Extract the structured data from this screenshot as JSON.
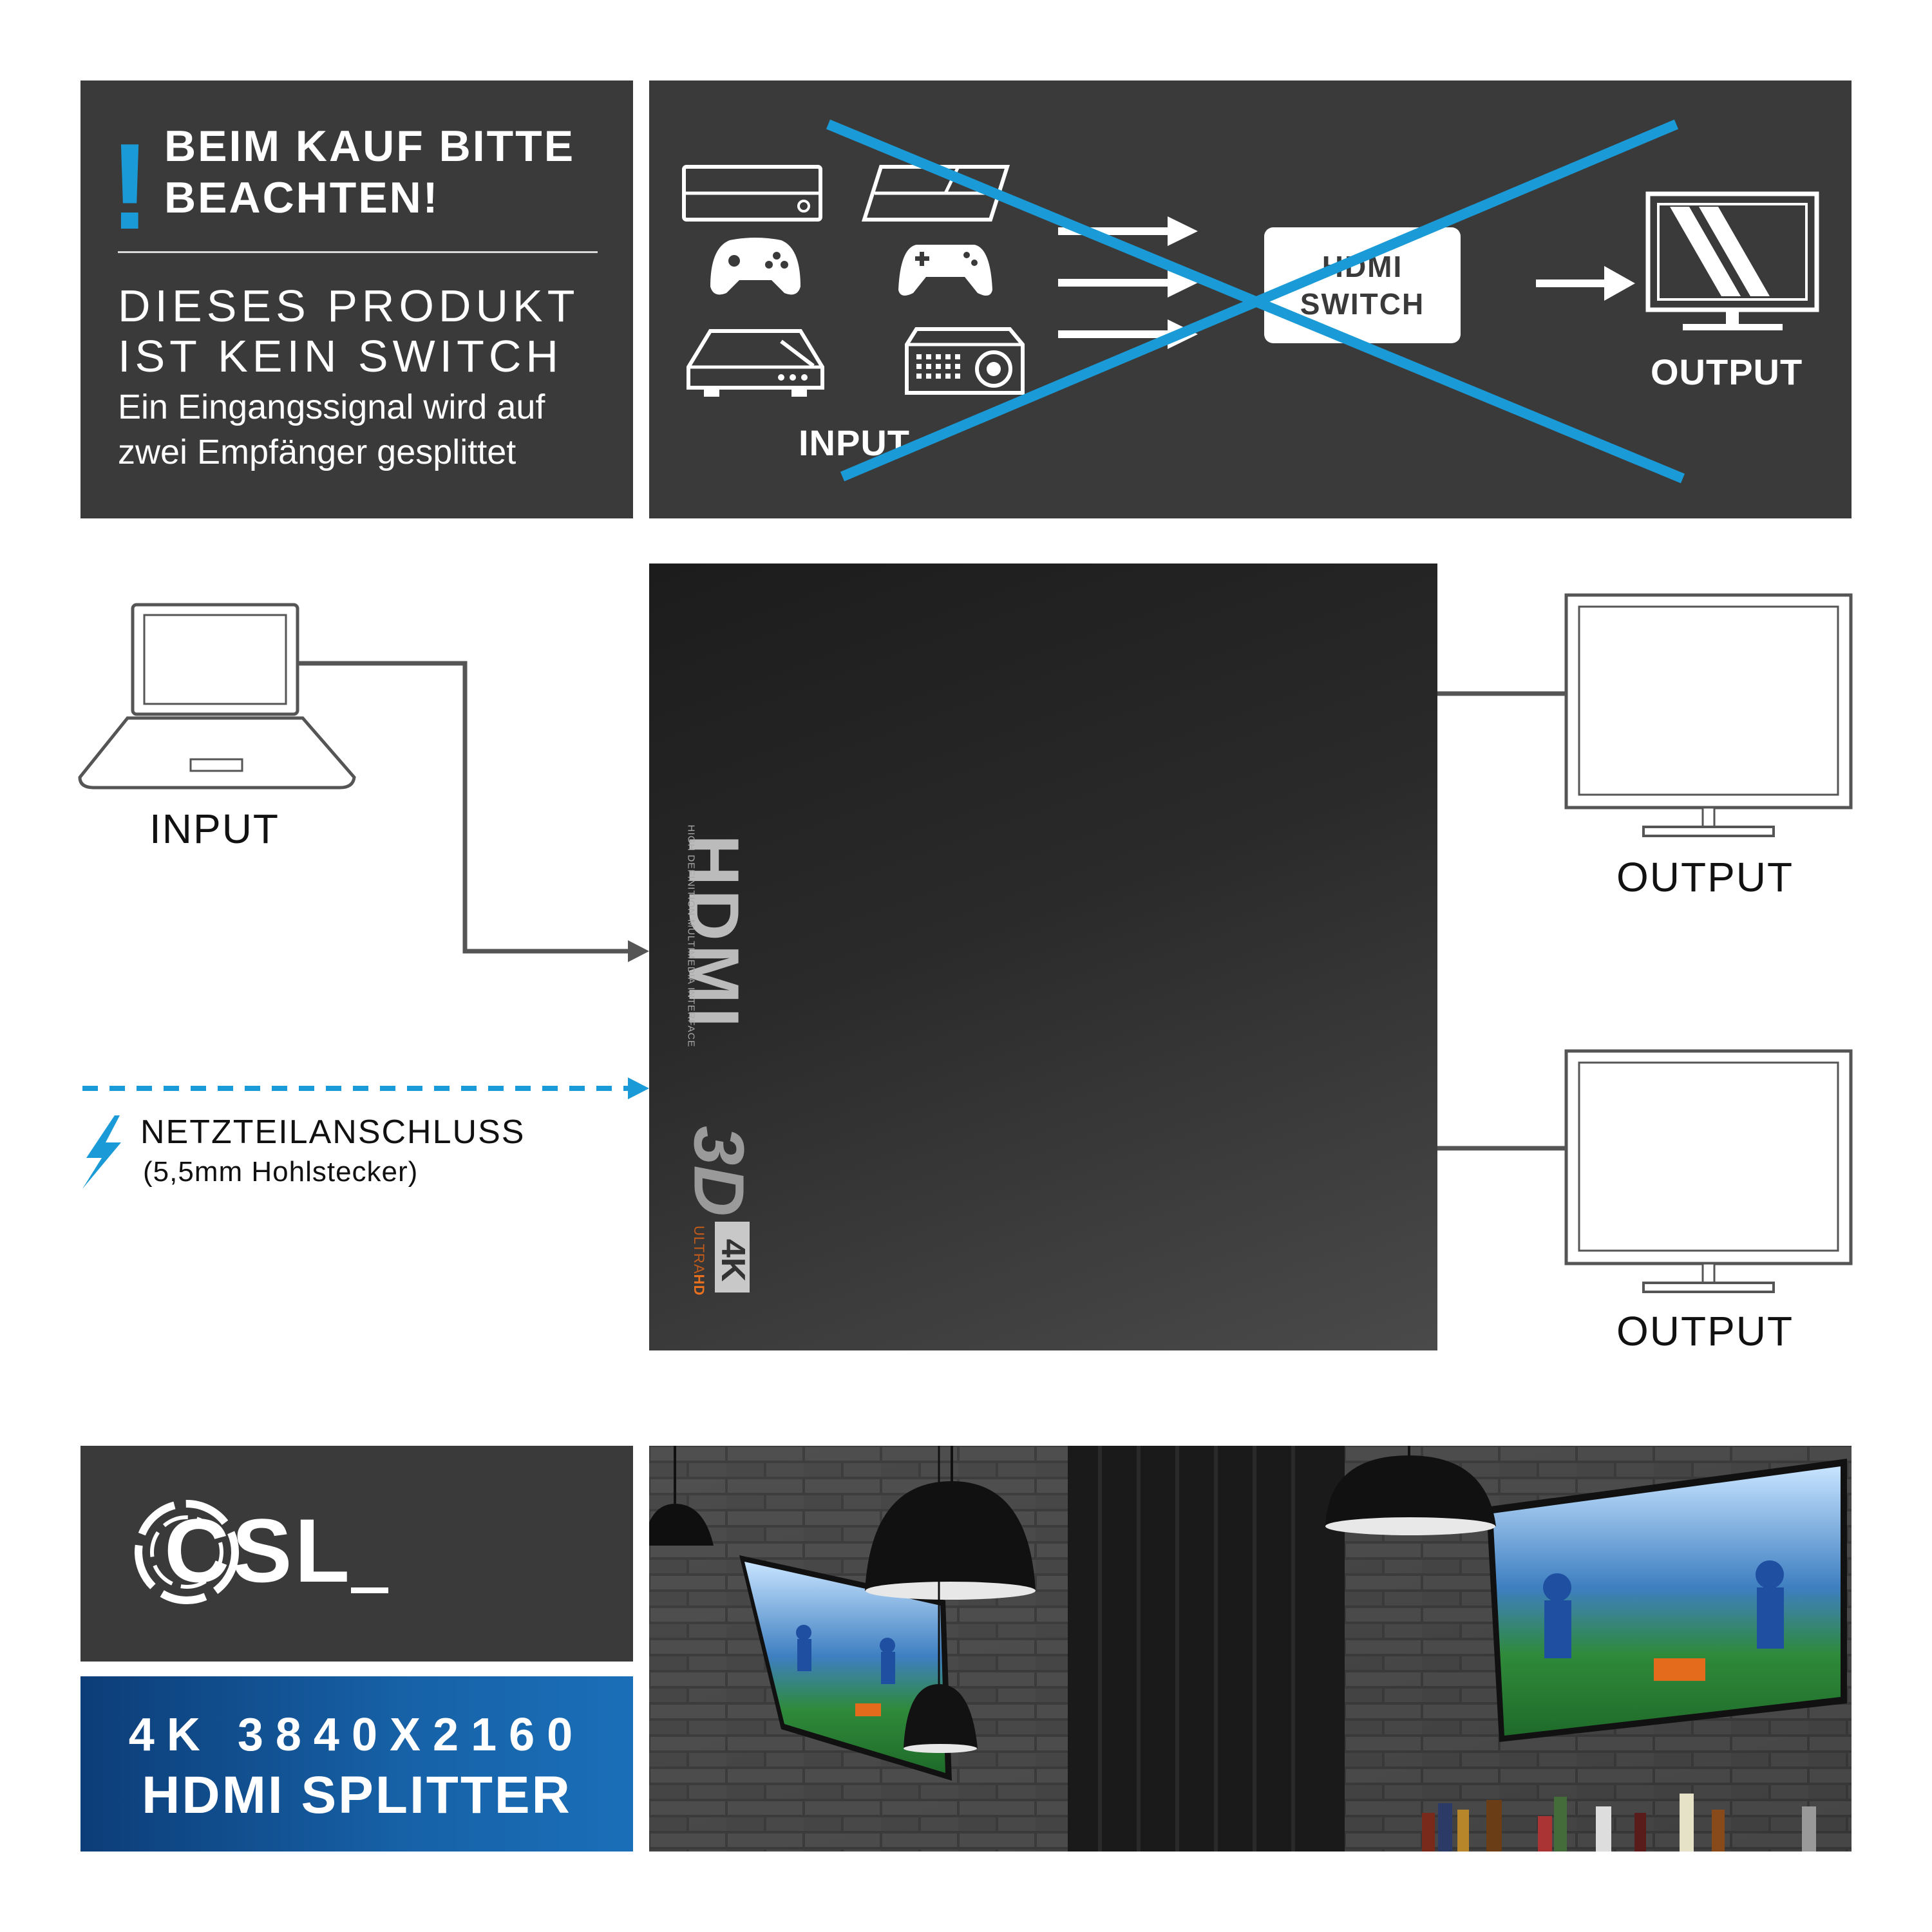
{
  "notice": {
    "exclamation": "!",
    "title_line1": "BEIM KAUF BITTE",
    "title_line2": "BEACHTEN!",
    "heading_line1": "DIESES PRODUKT",
    "heading_line2": "IST KEIN SWITCH",
    "body_line1": "Ein Eingangssignal wird auf",
    "body_line2": "zwei Empfänger gesplittet"
  },
  "switch_diagram": {
    "switch_line1": "HDMI",
    "switch_line2": "SWITCH",
    "input_label": "INPUT",
    "output_label": "OUTPUT"
  },
  "connection": {
    "input_label": "INPUT",
    "output1_label": "OUTPUT",
    "output2_label": "OUTPUT",
    "power_label": "NETZTEILANSCHLUSS",
    "power_sub": "(5,5mm Hohlstecker)"
  },
  "device": {
    "logo_hdmi": "HDMI",
    "logo_hdmi_sub": "HIGH DEFINITION MULTIMEDIA INTERFACE",
    "logo_3d": "3D",
    "logo_4k": "4K",
    "logo_ultra": "ULTRA",
    "logo_hd": "HD"
  },
  "brand": {
    "logo": "CSL",
    "banner_line1": "4K 3840X2160",
    "banner_line2": "HDMI SPLITTER"
  },
  "colors": {
    "panel": "#3a3a3a",
    "accent_blue": "#1a9ad6",
    "banner_blue": "#1762a8",
    "connector": "#555555"
  }
}
